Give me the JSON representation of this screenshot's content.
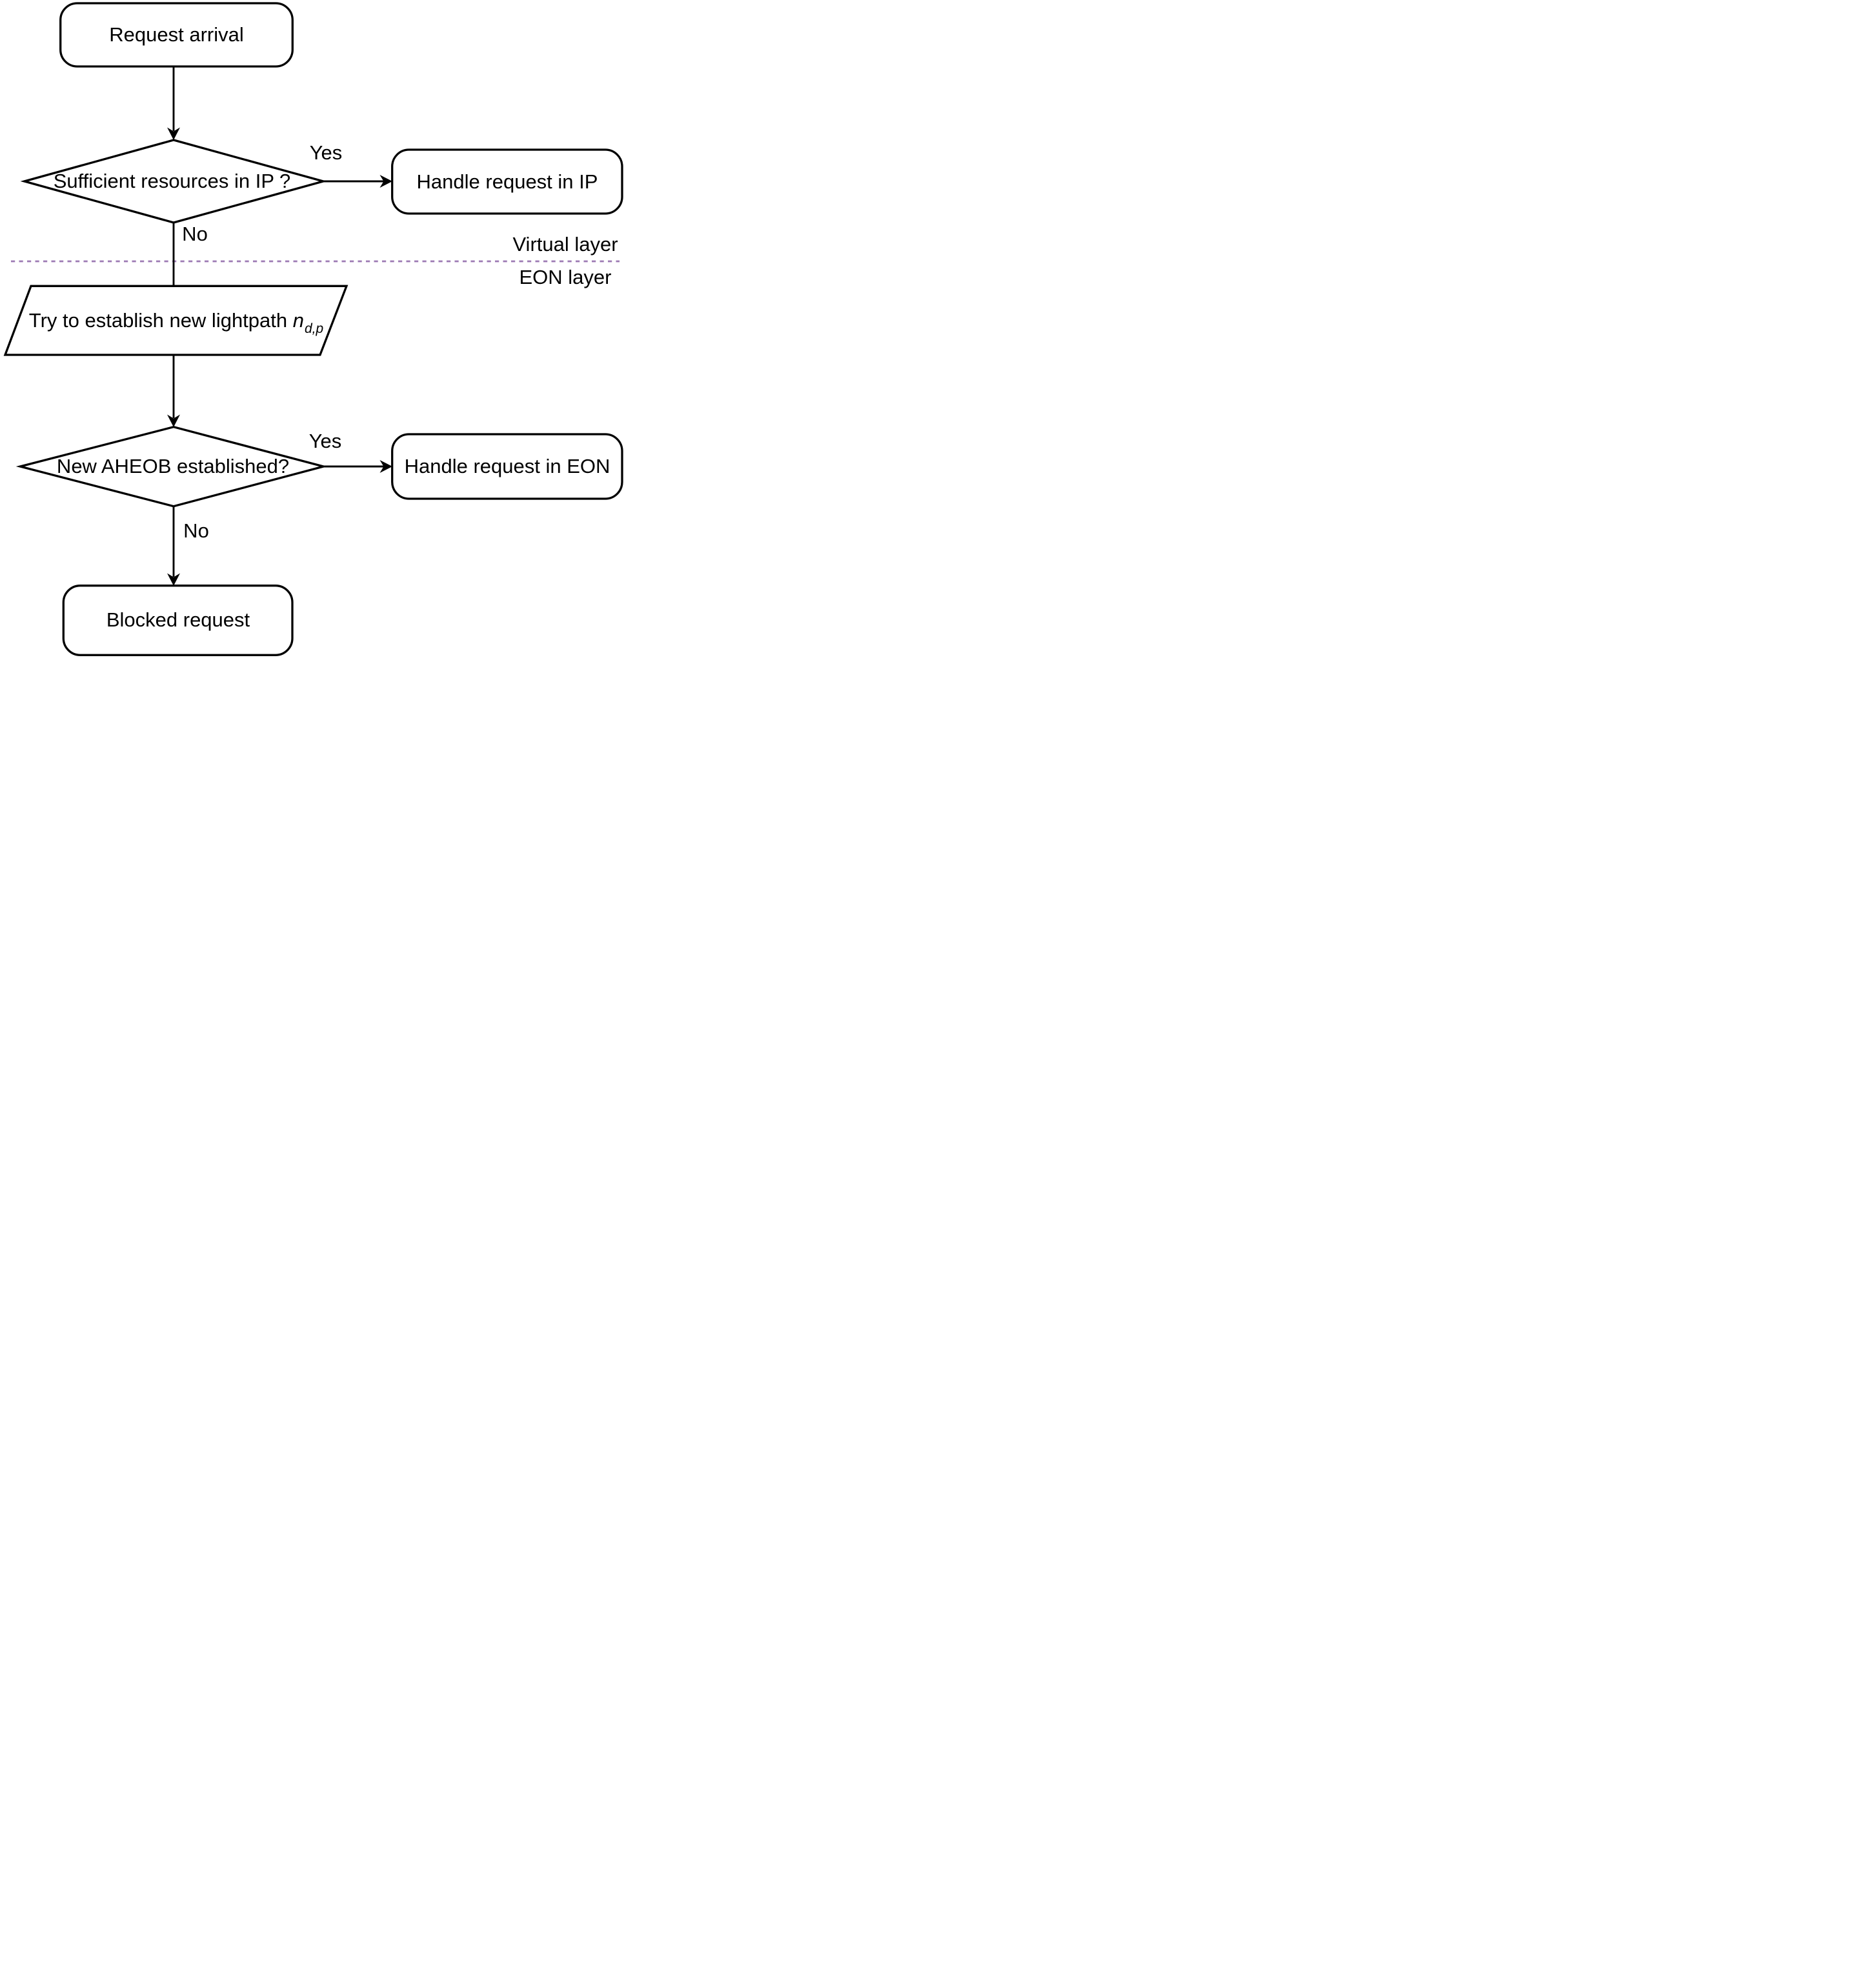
{
  "nodes": {
    "request_arrival": {
      "label": "Request arrival"
    },
    "decision_ip": {
      "label": "Sufficient resources in IP ?"
    },
    "handle_ip": {
      "label": "Handle request in IP"
    },
    "try_lightpath": {
      "prefix": "Try to establish new lightpath ",
      "variable": "n",
      "subscript": "d,p"
    },
    "decision_aheob": {
      "label": "New AHEOB established?"
    },
    "handle_eon": {
      "label": "Handle request in EON"
    },
    "blocked_request": {
      "label": "Blocked request"
    }
  },
  "edge_labels": {
    "decision_ip_yes": {
      "label": "Yes"
    },
    "decision_ip_no": {
      "label": "No"
    },
    "decision_aheob_yes": {
      "label": "Yes"
    },
    "decision_aheob_no": {
      "label": "No"
    }
  },
  "layer_divider": {
    "above_label": "Virtual layer",
    "below_label": "EON layer",
    "color": "#9d7bb4"
  },
  "colors": {
    "line": "#000000",
    "text": "#000000",
    "background": "#ffffff"
  }
}
